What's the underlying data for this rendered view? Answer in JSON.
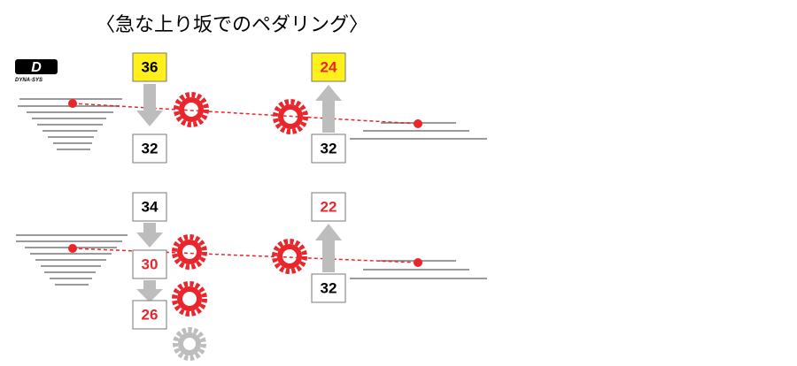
{
  "title": "〈急な上り坂でのペダリング〉",
  "logo": {
    "mark": "D",
    "text": "DYNA·SYS"
  },
  "colors": {
    "highlight": "#ffef1a",
    "red": "#e8262c",
    "gray_arrow": "#bdbdbd",
    "line": "#9a9a9a",
    "black": "#000000"
  },
  "scenarios": [
    {
      "id": "top",
      "front": {
        "from": "36",
        "to": "32",
        "from_highlight": true
      },
      "rear": {
        "from": "32",
        "to": "24",
        "to_highlight": true
      }
    },
    {
      "id": "bottom",
      "front": {
        "from": "34",
        "via": "30",
        "to": "26"
      },
      "rear": {
        "from": "32",
        "to": "22"
      }
    }
  ]
}
